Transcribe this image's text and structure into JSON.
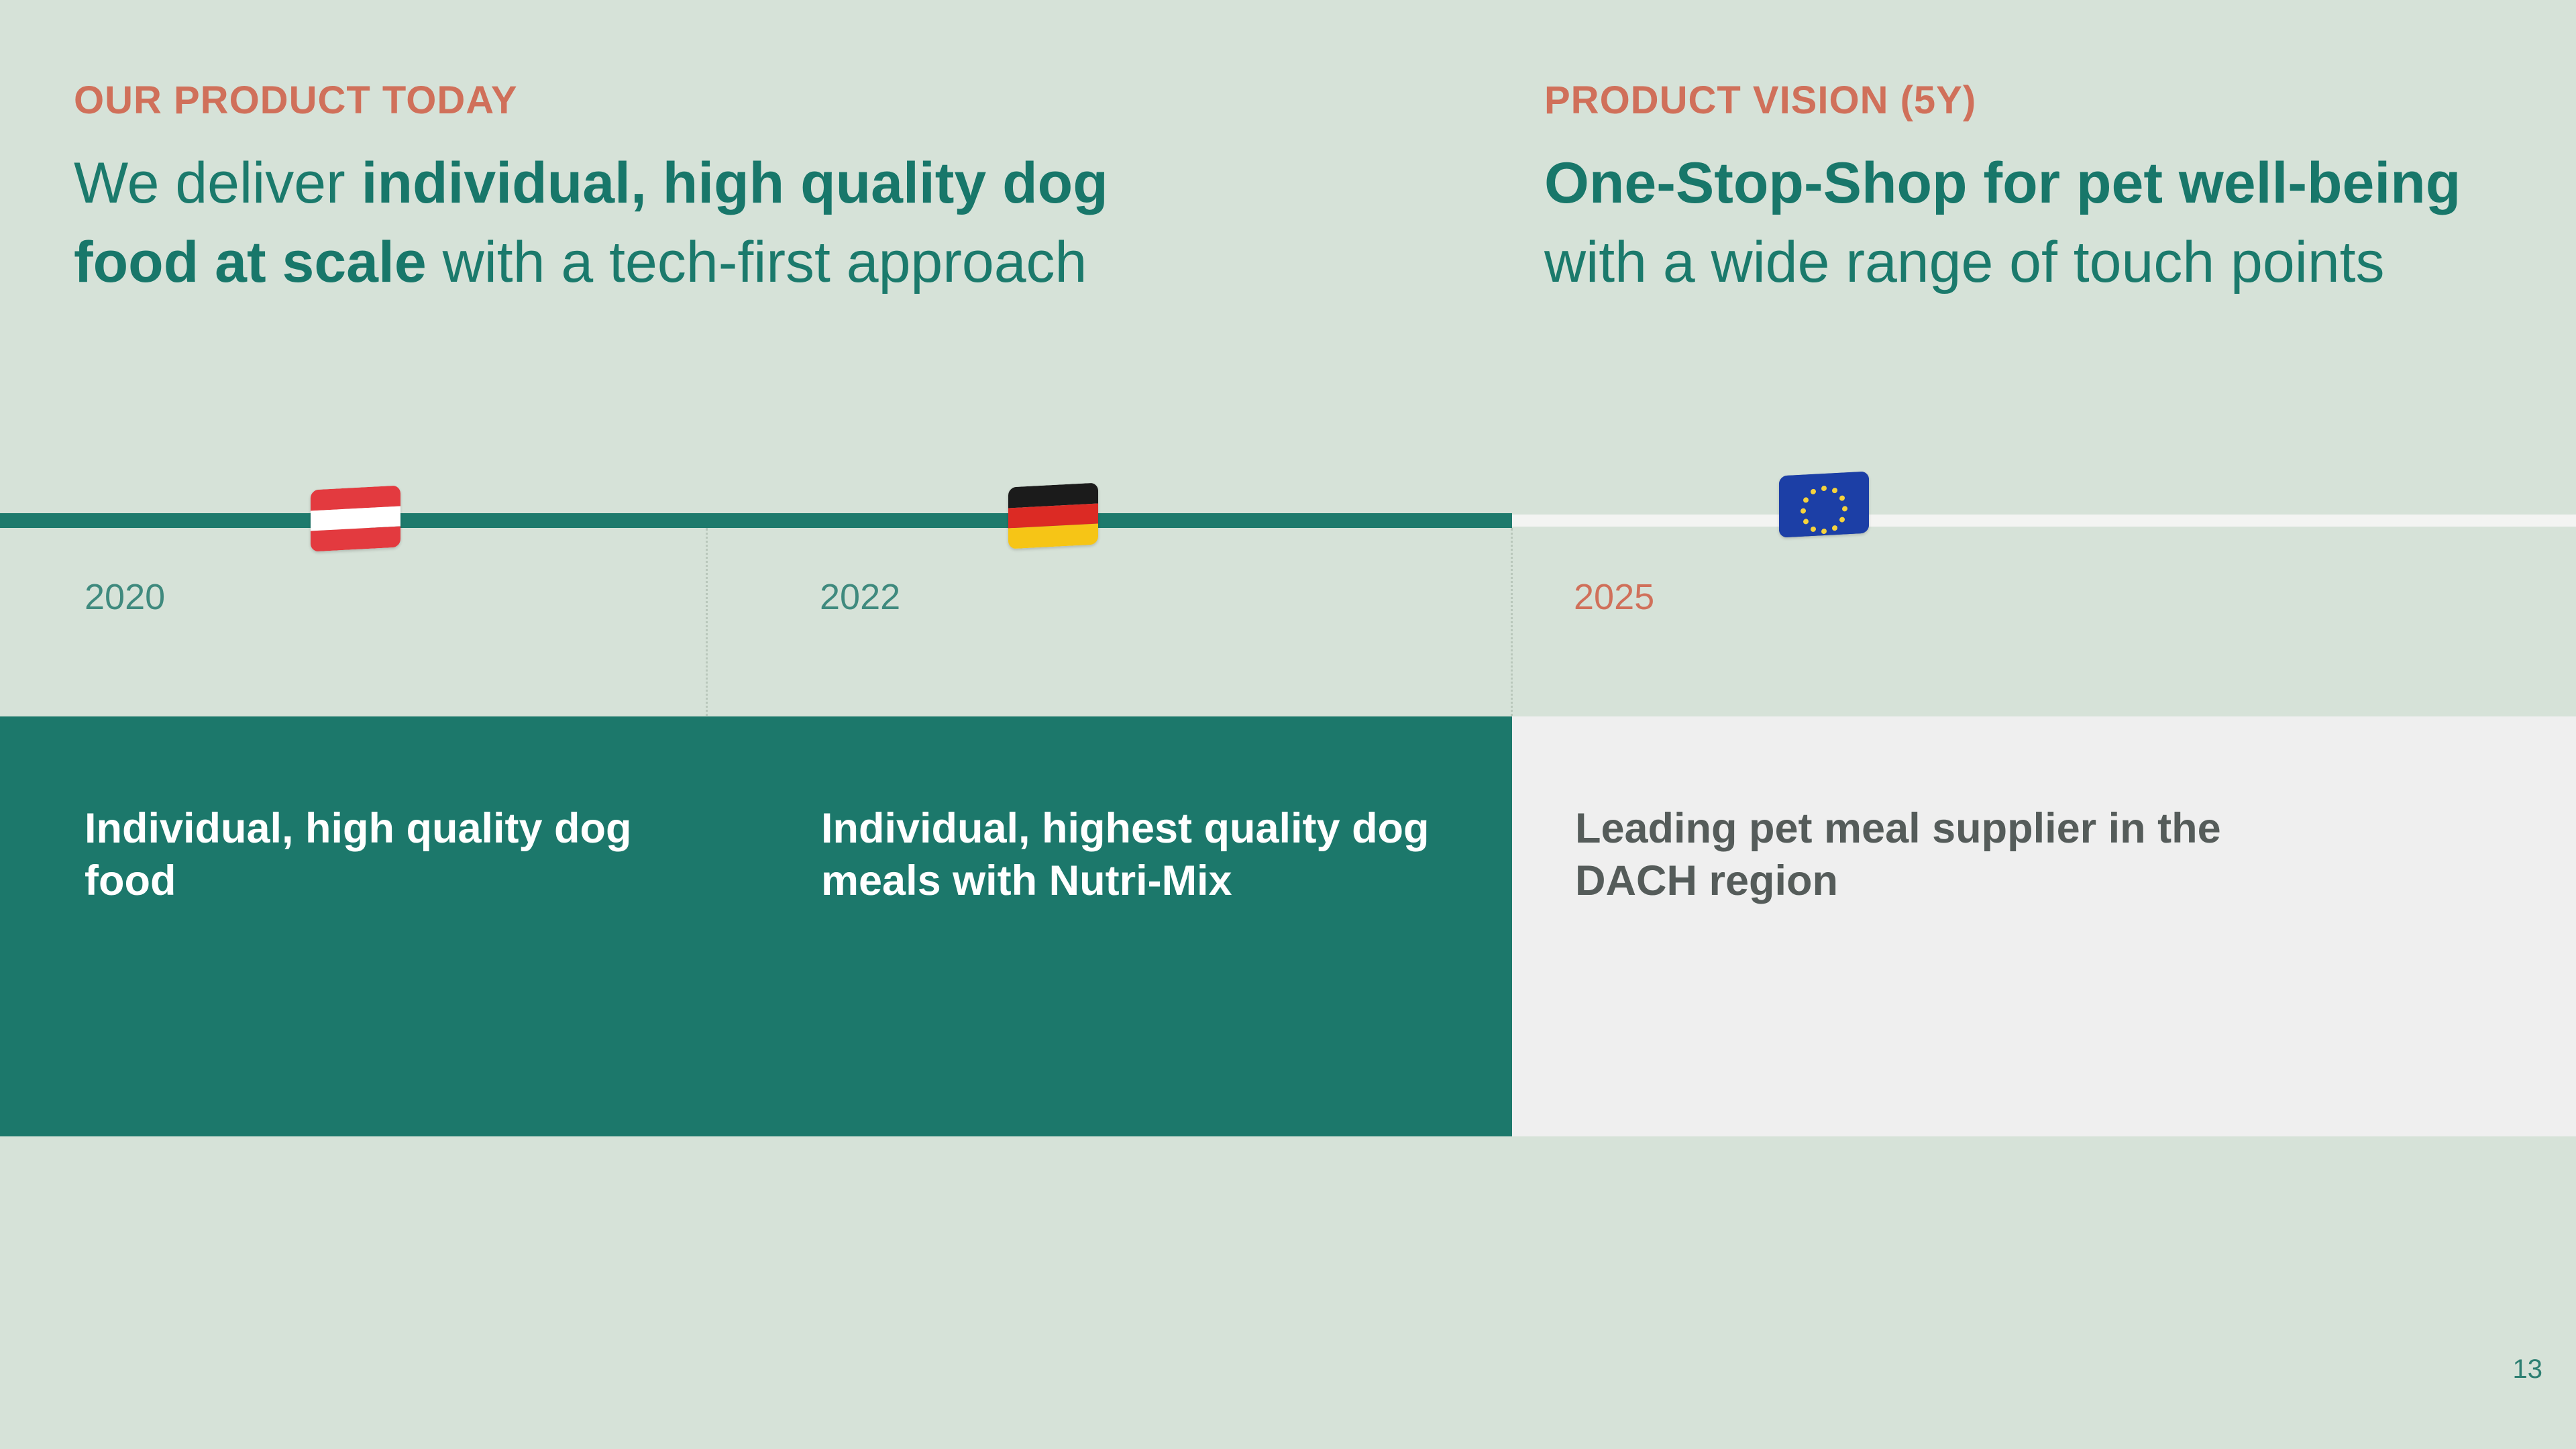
{
  "left_column": {
    "eyebrow": "OUR PRODUCT TODAY",
    "headline": {
      "line1_regular": "We deliver ",
      "line1_bold": "individual, high quality dog",
      "line2_bold": "food at scale",
      "line2_regular": " with a tech-first approach"
    }
  },
  "right_column": {
    "eyebrow": "PRODUCT VISION (5Y)",
    "headline": {
      "line1_bold": "One-Stop-Shop for pet well-being",
      "line2_regular": "with a wide range of touch points"
    }
  },
  "timeline": {
    "milestones": [
      {
        "year": "2020",
        "flag": "austria-flag",
        "description": "Individual, high quality dog food",
        "status": "achieved"
      },
      {
        "year": "2022",
        "flag": "germany-flag",
        "description": "Individual, highest quality dog meals with Nutri-Mix",
        "status": "achieved"
      },
      {
        "year": "2025",
        "flag": "eu-flag",
        "description": "Leading pet meal supplier in the DACH region",
        "status": "planned"
      }
    ]
  },
  "colors": {
    "background": "#d6e2d8",
    "teal": "#1c786b",
    "accent": "#d0705a",
    "future_panel": "#efefef"
  },
  "page_number": "13"
}
